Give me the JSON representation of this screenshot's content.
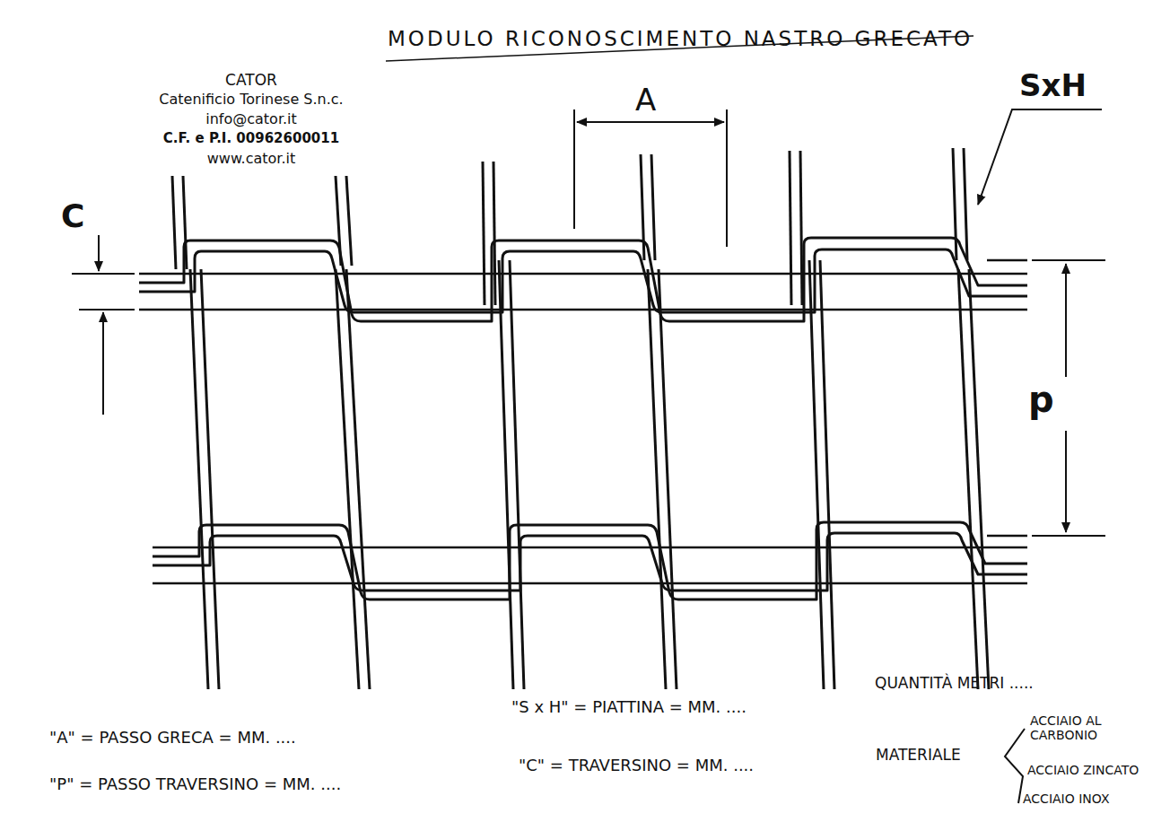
{
  "diagram": {
    "title": "MODULO RICONOSCIMENTO NASTRO GRECATO",
    "labels": [
      "CATOR",
      "Catenificio Torinese S.n.c.",
      "info@cator.it",
      "C.F. e P.I. 00962600011",
      "www.cator.it",
      "A",
      "SxH",
      "C",
      "p",
      "\"A\" = PASSO GRECA = MM. ....",
      "\"P\" = PASSO TRAVERSINO = MM. ....",
      "\"S x H\" = PIATTINA = MM. ....",
      "\"C\" = TRAVERSINO = MM. ....",
      "QUANTITÀ METRI .....",
      "MATERIALE",
      "ACCIAIO AL CARBONIO",
      "ACCIAIO ZINCATO",
      "ACCIAIO INOX"
    ]
  }
}
